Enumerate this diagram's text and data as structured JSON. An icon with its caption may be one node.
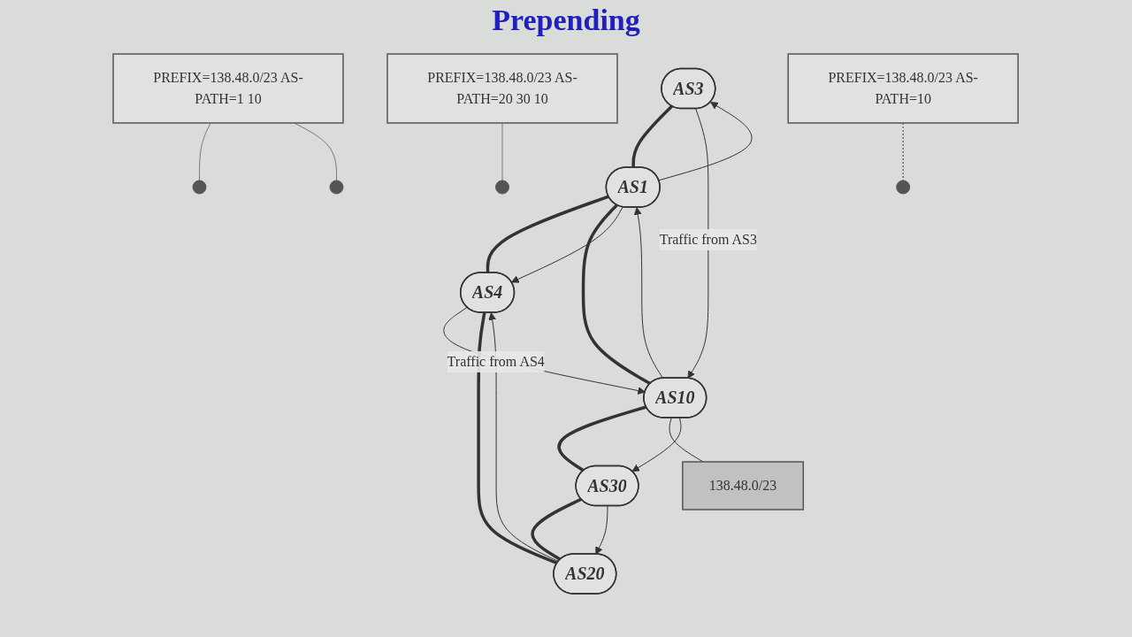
{
  "diagram": {
    "title": "Prepending",
    "nodes": [
      {
        "text": [
          "AS3"
        ]
      },
      {
        "text": [
          "AS1"
        ]
      },
      {
        "text": [
          "AS4"
        ]
      },
      {
        "text": [
          "AS10"
        ]
      },
      {
        "text": [
          "AS30"
        ]
      },
      {
        "text": [
          "AS20"
        ]
      },
      {
        "text": [
          "138.48.0/23"
        ]
      },
      {
        "text": [
          "PREFIX=138.48.0/23 AS-PATH=1 10"
        ]
      },
      {
        "text": [
          "PREFIX=138.48.0/23 AS-PATH=20 30 10"
        ]
      },
      {
        "text": [
          "PREFIX=138.48.0/23 AS-PATH=10"
        ]
      }
    ],
    "edges": [
      {
        "from": 0,
        "to": 1,
        "arrow": "none",
        "style": "thick"
      },
      {
        "from": 1,
        "to": 2,
        "arrow": "none",
        "style": "thick"
      },
      {
        "from": 1,
        "to": 3,
        "arrow": "none",
        "style": "thick"
      },
      {
        "from": 3,
        "to": 4,
        "arrow": "none",
        "style": "thick"
      },
      {
        "from": 4,
        "to": 5,
        "arrow": "none",
        "style": "thick"
      },
      {
        "from": 5,
        "to": 2,
        "arrow": "none",
        "style": "thick"
      },
      {
        "from": 3,
        "to": 6,
        "arrow": "none"
      },
      {
        "from": 1,
        "to": 0,
        "arrow": "to"
      },
      {
        "from": 1,
        "to": 2,
        "arrow": "to"
      },
      {
        "from": 3,
        "to": 1,
        "arrow": "to"
      },
      {
        "from": 3,
        "to": 4,
        "arrow": "to"
      },
      {
        "from": 4,
        "to": 5,
        "arrow": "to"
      },
      {
        "from": 5,
        "to": 2,
        "arrow": "to"
      },
      {
        "from": 0,
        "to": 3,
        "label": "Traffic from AS3",
        "arrow": "to"
      },
      {
        "from": 2,
        "to": 3,
        "label": "Traffic from AS4",
        "arrow": "to"
      },
      {
        "from": 7,
        "to": null,
        "arrow": "none",
        "color": "#777777"
      },
      {
        "from": 7,
        "to": null,
        "arrow": "none",
        "color": "#777777"
      },
      {
        "from": 8,
        "to": null,
        "arrow": "none",
        "color": "#777777"
      },
      {
        "from": 9,
        "to": null,
        "arrow": "none",
        "style": "dashed"
      }
    ]
  }
}
